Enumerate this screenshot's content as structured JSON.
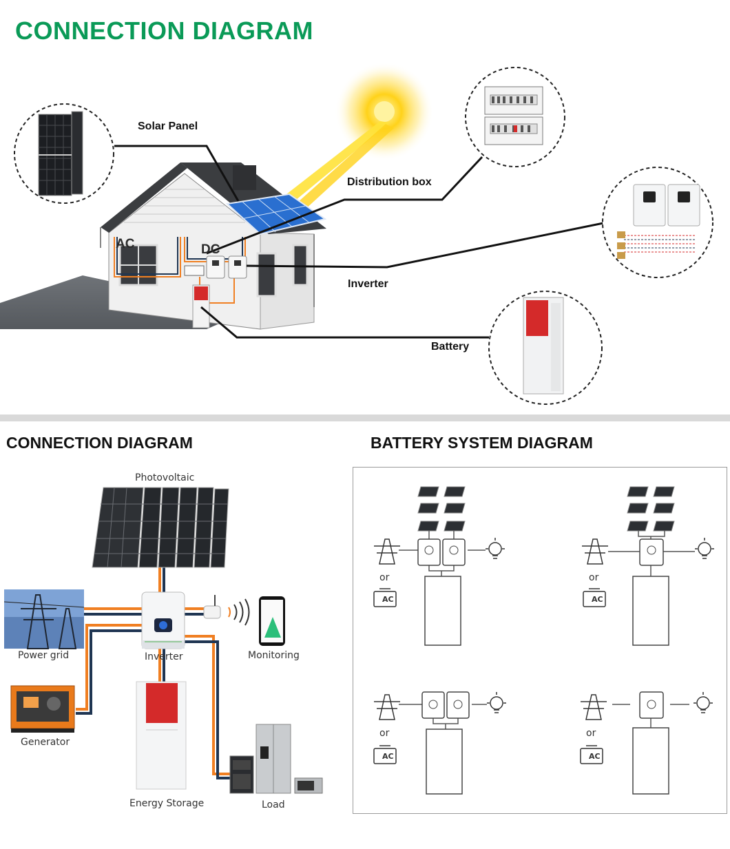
{
  "top": {
    "title": "CONNECTION DIAGRAM",
    "labels": {
      "solar_panel": "Solar Panel",
      "distribution_box": "Distribution box",
      "inverter": "Inverter",
      "battery": "Battery",
      "ac": "AC",
      "dc": "DC"
    }
  },
  "bottom_left": {
    "title": "CONNECTION DIAGRAM",
    "labels": {
      "photovoltaic": "Photovoltaic",
      "power_grid": "Power grid",
      "inverter": "Inverter",
      "monitoring": "Monitoring",
      "generator": "Generator",
      "energy_storage": "Energy Storage",
      "load": "Load"
    }
  },
  "bottom_right": {
    "title": "BATTERY SYSTEM DIAGRAM",
    "or_label": "or",
    "ac_label": "AC"
  },
  "colors": {
    "title_green": "#0a9a57",
    "cable_orange": "#f07f22",
    "cable_navy": "#1f3552",
    "battery_red": "#d42a2a",
    "sun_yellow": "#ffd21a"
  }
}
